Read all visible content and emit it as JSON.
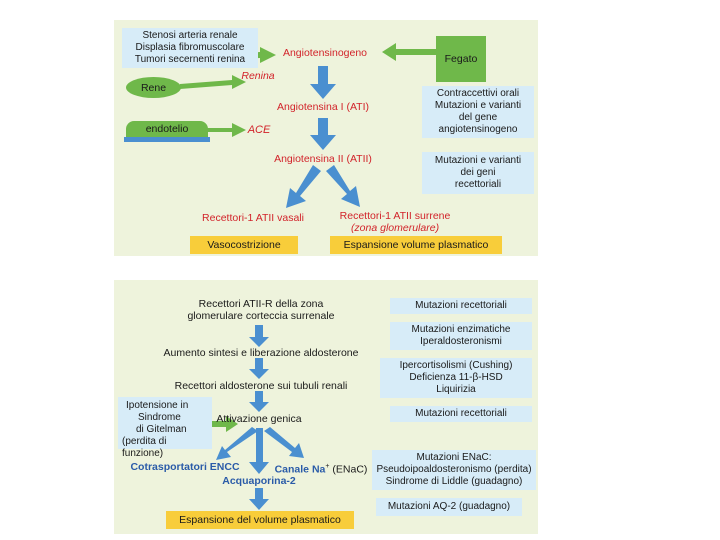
{
  "top": {
    "causes": [
      "Stenosi arteria renale",
      "Displasia fibromuscolare",
      "Tumori secernenti renina"
    ],
    "rene": "Rene",
    "endotelio": "endotelio",
    "fegato": "Fegato",
    "renina": "Renina",
    "ace": "ACE",
    "angiotensinogeno": "Angiotensinogeno",
    "atI": "Angiotensina I (ATI)",
    "atII": "Angiotensina II (ATII)",
    "contraccettivi": [
      "Contraccettivi orali",
      "Mutazioni e varianti",
      "del gene",
      "angiotensinogeno"
    ],
    "mutazioni_recettori": [
      "Mutazioni e varianti",
      "dei geni",
      "recettoriali"
    ],
    "recettori_vasali": "Recettori-1 ATII vasali",
    "recettori_surrene": "Recettori-1 ATII surrene",
    "zona_glomerulare": "(zona glomerulare)",
    "vasocostrizione": "Vasocostrizione",
    "espansione": "Espansione volume plasmatico"
  },
  "bottom": {
    "recettori_atii_r": [
      "Recettori ATII-R della zona",
      "glomerulare corteccia surrenale"
    ],
    "aumento": "Aumento sintesi e liberazione aldosterone",
    "recettori_aldosterone": "Recettori aldosterone sui tubuli renali",
    "attivazione": "Attivazione genica",
    "ipotensione": [
      "Ipotensione in",
      "Sindrome",
      "di Gitelman",
      "(perdita di funzione)"
    ],
    "cotrasportatori": "Cotrasportatori ENCC",
    "canale": "Canale Na",
    "canale_sup": "+",
    "enac": "(ENaC)",
    "acquaporina": "Acquaporina-2",
    "espansione": "Espansione del volume plasmatico",
    "mut_recettoriali_1": "Mutazioni recettoriali",
    "mut_enzimatiche": [
      "Mutazioni enzimatiche",
      "Iperaldosteronismi"
    ],
    "ipercortisolismi": [
      "Ipercortisolismi (Cushing)",
      "Deficienza 11-β-HSD",
      "Liquirizia"
    ],
    "mut_recettoriali_2": "Mutazioni recettoriali",
    "mut_enac": [
      "Mutazioni ENaC:",
      "Pseudoipoaldosteronismo (perdita)",
      "Sindrome di Liddle (guadagno)"
    ],
    "mut_aq2": "Mutazioni AQ-2 (guadagno)"
  },
  "colors": {
    "panel": "#eef3dc",
    "blue_arrow": "#4a8fd0",
    "green_arrow": "#6fb84a",
    "red_text": "#d2232a",
    "blue_text": "#2a5ba8",
    "yellow": "#f8cd3a",
    "light_blue": "#d7ecf8"
  }
}
